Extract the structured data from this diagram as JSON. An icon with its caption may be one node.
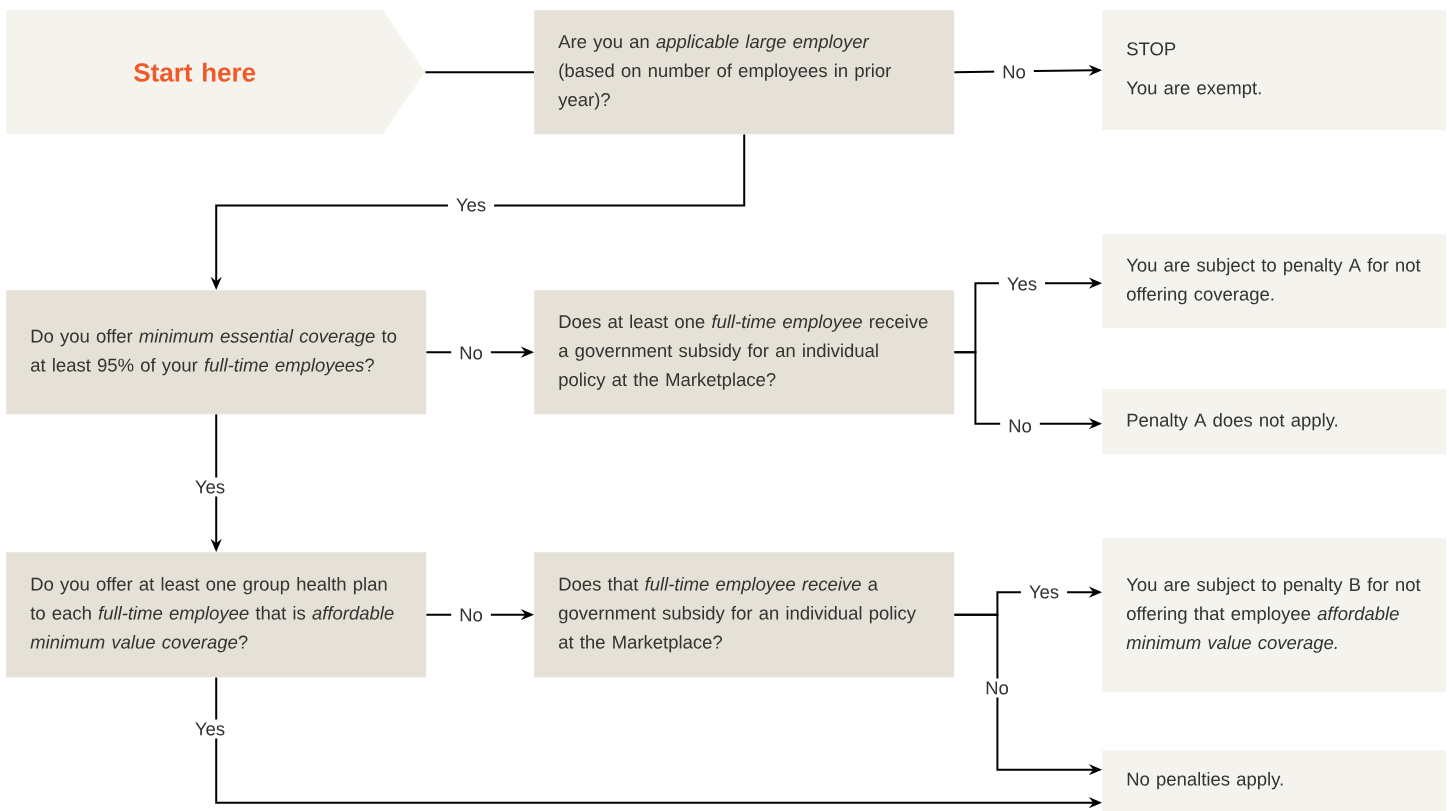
{
  "diagram": {
    "nodes": [
      {
        "text": [
          "Start here"
        ]
      },
      {
        "text": [
          "Are you an *applicable large employer* (based on number of employees in prior year)?"
        ]
      },
      {
        "text": [
          "STOP",
          "You are exempt."
        ]
      },
      {
        "text": [
          "Do you offer *minimum essential coverage* to at least 95% of your *full-time employees*?"
        ]
      },
      {
        "text": [
          "Does at least one *full-time employee* receive a government subsidy for an individual policy at the Marketplace?"
        ]
      },
      {
        "text": [
          "You are subject to penalty A for not offering coverage."
        ]
      },
      {
        "text": [
          "Penalty A does not apply."
        ]
      },
      {
        "text": [
          "Do you offer at least one group health plan to each *full-time employee* that is *affordable minimum value coverage*?"
        ]
      },
      {
        "text": [
          "Does that *full-time employee receive* a government subsidy for an individual policy at the Marketplace?"
        ]
      },
      {
        "text": [
          "You are subject to penalty B for not offering that employee *affordable minimum value coverage.*"
        ]
      },
      {
        "text": [
          "No penalties apply."
        ]
      }
    ],
    "edges": [
      {
        "from": 0,
        "to": 1,
        "arrow": "none"
      },
      {
        "from": 1,
        "to": 2,
        "arrow": "to",
        "label": "No"
      },
      {
        "from": 1,
        "to": 3,
        "arrow": "to",
        "label": "Yes"
      },
      {
        "from": 3,
        "to": 4,
        "arrow": "to",
        "label": "No"
      },
      {
        "from": 4,
        "to": 5,
        "arrow": "to",
        "label": "Yes"
      },
      {
        "from": 4,
        "to": 6,
        "arrow": "to",
        "label": "No"
      },
      {
        "from": 3,
        "to": 7,
        "arrow": "to",
        "label": "Yes"
      },
      {
        "from": 7,
        "to": 8,
        "arrow": "to",
        "label": "No"
      },
      {
        "from": 8,
        "to": 9,
        "arrow": "to",
        "label": "Yes"
      },
      {
        "from": 8,
        "to": 10,
        "arrow": "to",
        "label": "No"
      },
      {
        "from": 7,
        "to": 10,
        "arrow": "to",
        "label": "Yes"
      }
    ]
  }
}
